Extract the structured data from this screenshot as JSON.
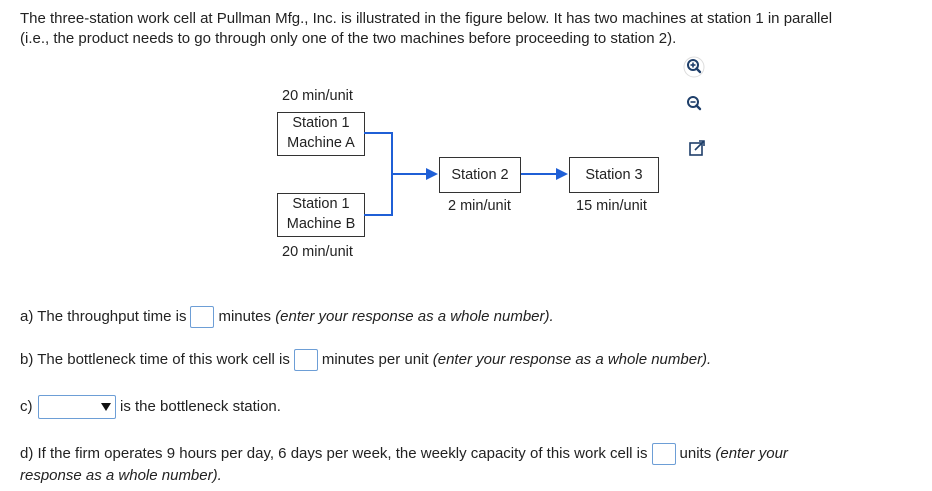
{
  "intro": {
    "line1": "The three-station work cell at Pullman Mfg., Inc. is illustrated in the figure below. It has two machines at station 1 in parallel",
    "line2": "(i.e., the product needs to go through only one of the two machines before proceeding to station 2)."
  },
  "toolbar": {
    "zoom_in_icon": "zoom-in-icon",
    "zoom_out_icon": "zoom-out-icon",
    "popout_icon": "external-link-icon"
  },
  "diagram": {
    "machineA": {
      "rate": "20 min/unit",
      "line1": "Station 1",
      "line2": "Machine A"
    },
    "machineB": {
      "rate": "20 min/unit",
      "line1": "Station 1",
      "line2": "Machine B"
    },
    "station2": {
      "label": "Station 2",
      "rate": "2 min/unit"
    },
    "station3": {
      "label": "Station 3",
      "rate": "15 min/unit"
    },
    "arrow_color": "#1f5fd6"
  },
  "questions": {
    "a": {
      "prefix": "a) The throughput time is",
      "suffix": "minutes",
      "hint": "(enter your response as a whole number).",
      "value": ""
    },
    "b": {
      "prefix": "b) The bottleneck time of this work cell is",
      "suffix": "minutes per unit",
      "hint": "(enter your response as a whole number).",
      "value": ""
    },
    "c": {
      "prefix": "c)",
      "selected": "",
      "suffix": "is the bottleneck station."
    },
    "d": {
      "prefix": "d) If the firm operates 9 hours per day, 6 days per week, the weekly capacity of this work cell is",
      "suffix": "units",
      "hint1": "(enter your",
      "hint2": "response as a whole number).",
      "value": ""
    }
  },
  "colors": {
    "input_border": "#6d9ed6",
    "arrow": "#1f5fd6"
  }
}
